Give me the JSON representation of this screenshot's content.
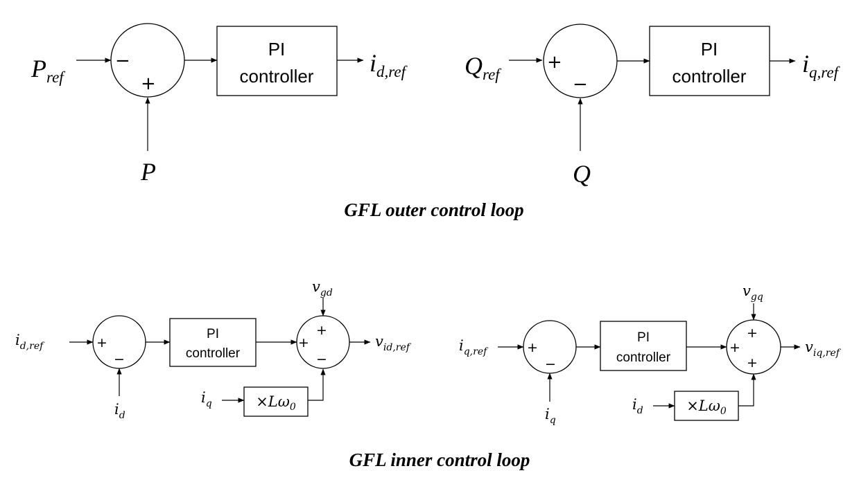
{
  "outer_loop": {
    "caption": "GFL outer control loop",
    "p_block": {
      "line1": "PI",
      "line2": "controller",
      "input_main": "P",
      "input_main_sub": "ref",
      "sign_left": "−",
      "sign_bottom": "+",
      "feedback": "P",
      "output": "i",
      "output_sub": "d,ref"
    },
    "q_block": {
      "line1": "PI",
      "line2": "controller",
      "input_main": "Q",
      "input_main_sub": "ref",
      "sign_left": "+",
      "sign_bottom": "−",
      "feedback": "Q",
      "output": "i",
      "output_sub": "q,ref"
    }
  },
  "inner_loop": {
    "caption": "GFL inner control loop",
    "d_block": {
      "input": "i",
      "input_sub": "d,ref",
      "sum1_sign_left": "+",
      "sum1_sign_bottom": "−",
      "feedback": "i",
      "feedback_sub": "d",
      "line1": "PI",
      "line2": "controller",
      "ff_voltage": "v",
      "ff_voltage_sub": "gd",
      "sum2_sign_top": "+",
      "sum2_sign_left": "+",
      "sum2_sign_bottom": "−",
      "cross_input": "i",
      "cross_input_sub": "q",
      "gain_prefix": "×",
      "gain_var": "Lω",
      "gain_sub": "0",
      "output": "v",
      "output_sub": "id,ref"
    },
    "q_block": {
      "input": "i",
      "input_sub": "q,ref",
      "sum1_sign_left": "+",
      "sum1_sign_bottom": "−",
      "feedback": "i",
      "feedback_sub": "q",
      "line1": "PI",
      "line2": "controller",
      "ff_voltage": "v",
      "ff_voltage_sub": "gq",
      "sum2_sign_top": "+",
      "sum2_sign_left": "+",
      "sum2_sign_bottom": "+",
      "cross_input": "i",
      "cross_input_sub": "d",
      "gain_prefix": "×",
      "gain_var": "Lω",
      "gain_sub": "0",
      "output": "v",
      "output_sub": "iq,ref"
    }
  }
}
